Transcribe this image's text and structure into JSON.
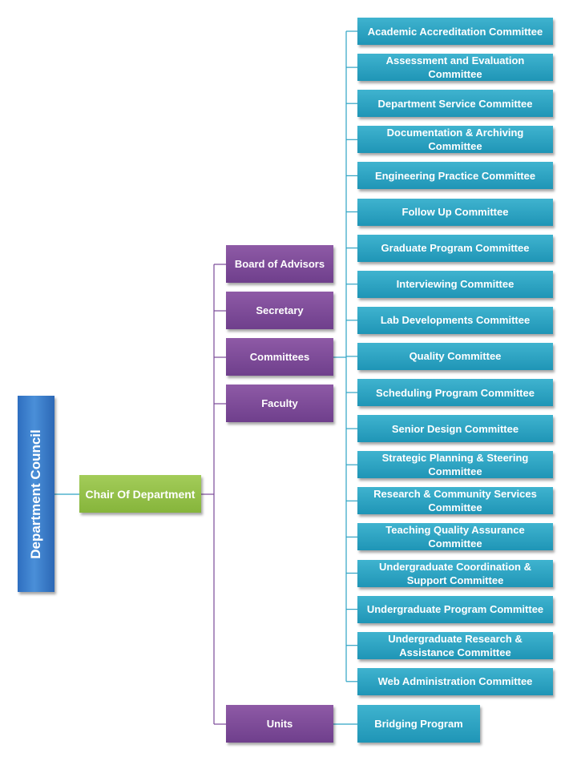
{
  "council": {
    "label": "Department Council"
  },
  "chair": {
    "label": "Chair Of Department"
  },
  "branches": {
    "board": "Board of Advisors",
    "secretary": "Secretary",
    "committees": "Committees",
    "faculty": "Faculty",
    "units": "Units"
  },
  "committees": [
    "Academic Accreditation Committee",
    "Assessment and Evaluation Committee",
    "Department Service Committee",
    "Documentation & Archiving Committee",
    "Engineering Practice Committee",
    "Follow Up Committee",
    "Graduate Program Committee",
    "Interviewing Committee",
    "Lab Developments Committee",
    "Quality Committee",
    "Scheduling Program Committee",
    "Senior Design Committee",
    "Strategic Planning & Steering Committee",
    "Research & Community Services Committee",
    "Teaching Quality Assurance Committee",
    "Undergraduate Coordination & Support Committee",
    "Undergraduate Program Committee",
    "Undergraduate Research & Assistance Committee",
    "Web Administration Committee"
  ],
  "units": [
    "Bridging Program"
  ],
  "colors": {
    "council": "#3b7fd0",
    "chair": "#92c047",
    "branch": "#7a4a98",
    "committee": "#2ea3c4",
    "connector_chair": "#7a4a98",
    "connector_committee": "#2ea3c4"
  }
}
